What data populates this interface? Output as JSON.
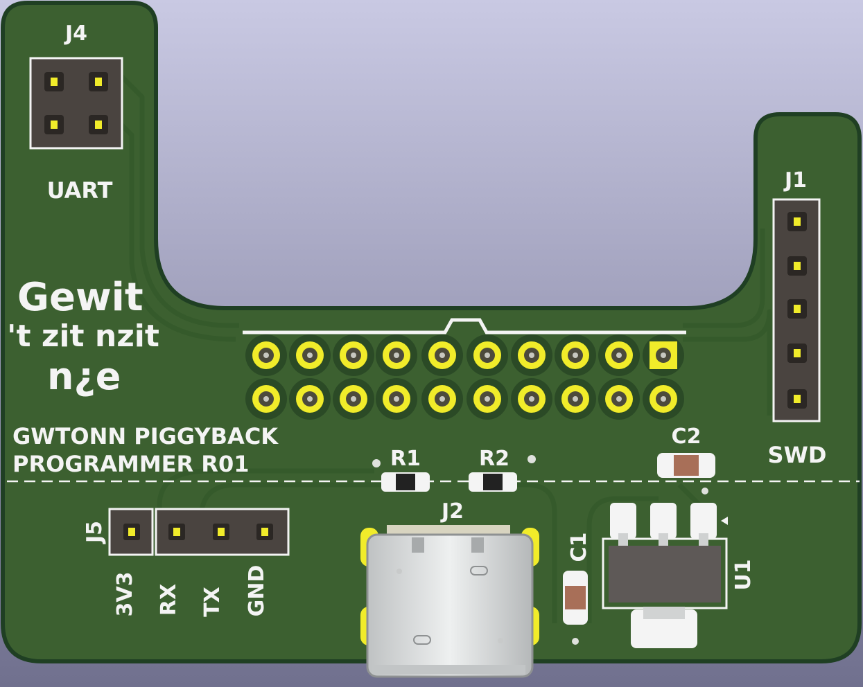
{
  "colors": {
    "background_top": "#c9c9e3",
    "background_bottom": "#70708e",
    "board": "#3c6030",
    "board_edge": "#1f3f23",
    "silkscreen": "#f4f4f4",
    "copper_pad": "#f1ec2a",
    "header_body": "#4a4440"
  },
  "labels": {
    "j4": "J4",
    "uart": "UART",
    "j1": "J1",
    "swd": "SWD",
    "logo_line1": "Gewit",
    "logo_line2": "'t zit nzit",
    "logo_line3": "n¿e",
    "title_line1": "GWTONN PIGGYBACK",
    "title_line2": "PROGRAMMER R01",
    "r1": "R1",
    "r2": "R2",
    "c2": "C2",
    "j2": "J2",
    "c1": "C1",
    "u1": "U1",
    "j5": "J5",
    "pin_3v3": "3V3",
    "pin_rx": "RX",
    "pin_tx": "TX",
    "pin_gnd": "GND"
  }
}
